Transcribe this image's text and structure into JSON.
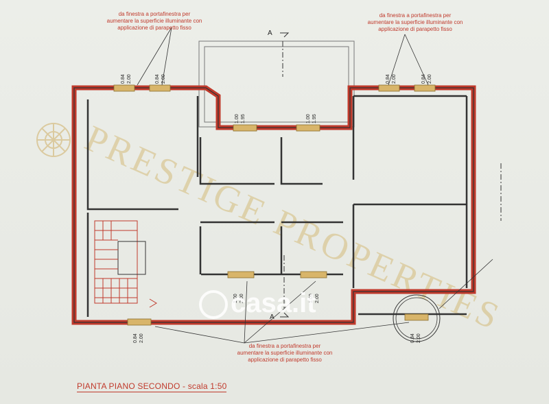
{
  "notes": {
    "top_left": "da finestra a portafinestra per\naumentare la superficie illuminante con\napplicazione di parapetto fisso",
    "top_right": "da finestra a portafinestra per\naumentare la superficie illuminante con\napplicazione di parapetto fisso",
    "bottom": "da finestra a portafinestra per\naumentare la superficie illuminante con\napplicazione di parapetto fisso"
  },
  "section_marks": {
    "top": "A",
    "bottom": "A"
  },
  "dimensions": {
    "top_left_1": [
      "0.84",
      "2.00"
    ],
    "top_left_2": [
      "0.84",
      "2.00"
    ],
    "top_center_1": [
      "1.00",
      "1.95"
    ],
    "top_center_2": [
      "1.00",
      "1.95"
    ],
    "top_right_1": [
      "0.84",
      "2.00"
    ],
    "top_right_2": [
      "0.84",
      "2.00"
    ],
    "bottom_center_1": [
      "1.00",
      "2.00"
    ],
    "bottom_center_2": [
      "1.00",
      "2.00"
    ],
    "bottom_left": [
      "0.84",
      "2.00"
    ],
    "bottom_right": [
      "0.84",
      "2.00"
    ]
  },
  "watermark": "PRESTIGE PROPERTIES",
  "brand": "casa.it",
  "title": "PIANTA PIANO SECONDO - scala 1:50",
  "colors": {
    "wall": "#c0392b",
    "hatch": "#d8b56a",
    "line": "#333333"
  }
}
